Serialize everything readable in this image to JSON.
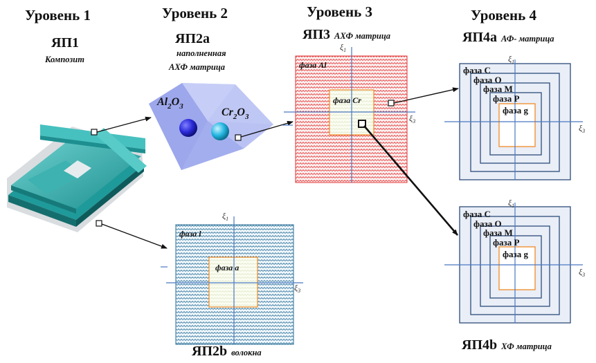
{
  "levels": {
    "l1": "Уровень 1",
    "l2": "Уровень 2",
    "l3": "Уровень 3",
    "l4": "Уровень 4"
  },
  "codes": {
    "yap1": "ЯП1",
    "yap2a": "ЯП2а",
    "yap2b": "ЯП2b",
    "yap3": "ЯП3",
    "yap4a": "ЯП4a",
    "yap4b": "ЯП4b"
  },
  "captions": {
    "composite": "Композит",
    "filled_line1": "наполненная",
    "filled_line2": "АХФ матрица",
    "fibers": "волокна",
    "akhf_matrix": "АХФ матрица",
    "af_matrix": "АФ- матрица",
    "khf_matrix": "ХФ матрица"
  },
  "particles": {
    "al2o3": {
      "a": "Al",
      "b": "2",
      "c": "O",
      "d": "3"
    },
    "cr2o3": {
      "a": "Cr",
      "b": "2",
      "c": "O",
      "d": "3"
    }
  },
  "phases": {
    "phase_l": "фаза l",
    "phase_a": "фаза а",
    "phase_al": "фаза Al",
    "phase_cr": "фаза Cr"
  },
  "stack_labels": [
    "фаза C",
    "фаза O",
    "фаза M",
    "фаза P",
    "фаза g"
  ],
  "axes": {
    "xi1": "ξ",
    "xi1_sub": "1",
    "xi3": "ξ",
    "xi3_sub": "3"
  },
  "colors": {
    "fiber_hatch": "#2a6f97",
    "al_hatch": "#e03030",
    "axis": "#4a78c2",
    "inner_frame": "#f08a24",
    "stack_frame": "#2c4c7a",
    "composite": "#2aa5a5",
    "al2o3_sphere": "#2a2ad8",
    "cr2o3_sphere": "#22b5e0",
    "crystal": "#aab4f0"
  }
}
